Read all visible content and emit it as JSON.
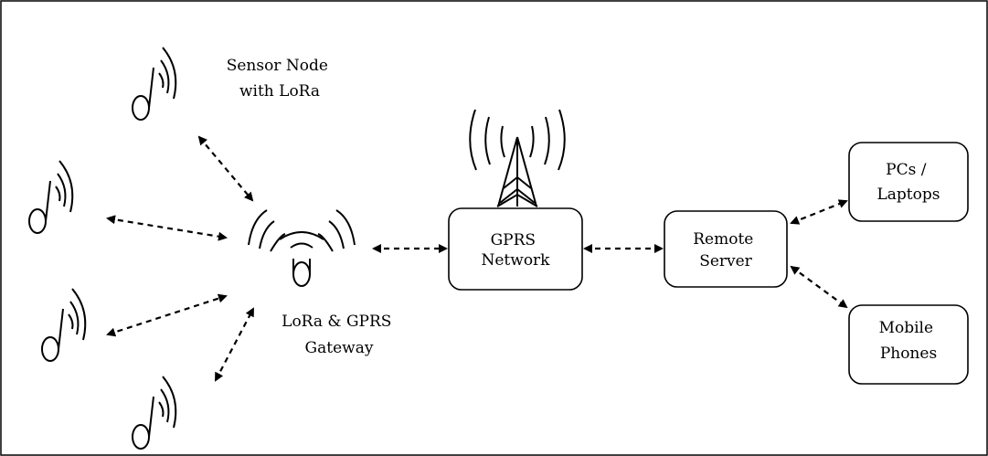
{
  "sensor_label": [
    "Sensor Node",
    "with LoRa"
  ],
  "gateway_label": [
    "LoRa & GPRS",
    "Gateway"
  ],
  "gprs_label": [
    "GPRS",
    "Network"
  ],
  "server_label": [
    "Remote",
    "Server"
  ],
  "pcs_label": [
    "PCs /",
    "Laptops"
  ],
  "mobile_label": [
    "Mobile",
    "Phones"
  ]
}
